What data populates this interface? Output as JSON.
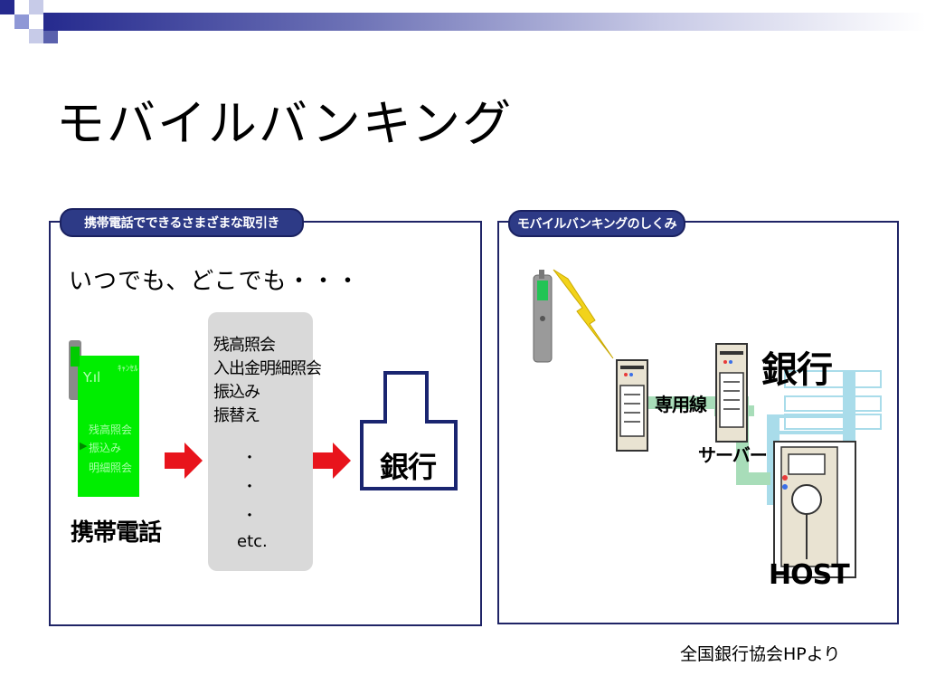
{
  "slide": {
    "title": "モバイルバンキング",
    "source": "全国銀行協会HPより"
  },
  "left_panel": {
    "tab_label": "携帯電話でできるさまざまな取引き",
    "tagline": "いつでも、どこでも・・・",
    "phone_screen": {
      "signal": "Y.ıl",
      "corner_label": "ｷｬﾝｾﾙ",
      "menu": [
        "残高照会",
        "振込み",
        "明細照会"
      ]
    },
    "phone_label": "携帯電話",
    "services": [
      "残高照会",
      "入出金明細照会",
      "振込み",
      "振替え"
    ],
    "dots": [
      "・",
      "・",
      "・"
    ],
    "etc": "etc.",
    "bank_label": "銀行"
  },
  "right_panel": {
    "tab_label": "モバイルバンキングのしくみ",
    "dedicated_line": "専用線",
    "server": "サーバー",
    "bank": "銀行",
    "host": "HOST"
  },
  "colors": {
    "panel_border": "#1f2466",
    "tab_bg": "#2d3a86",
    "phone_green": "#00ee00",
    "arrow_red": "#e8141c",
    "line_green": "#a8ddb9",
    "light_blue": "#a9dcea"
  }
}
